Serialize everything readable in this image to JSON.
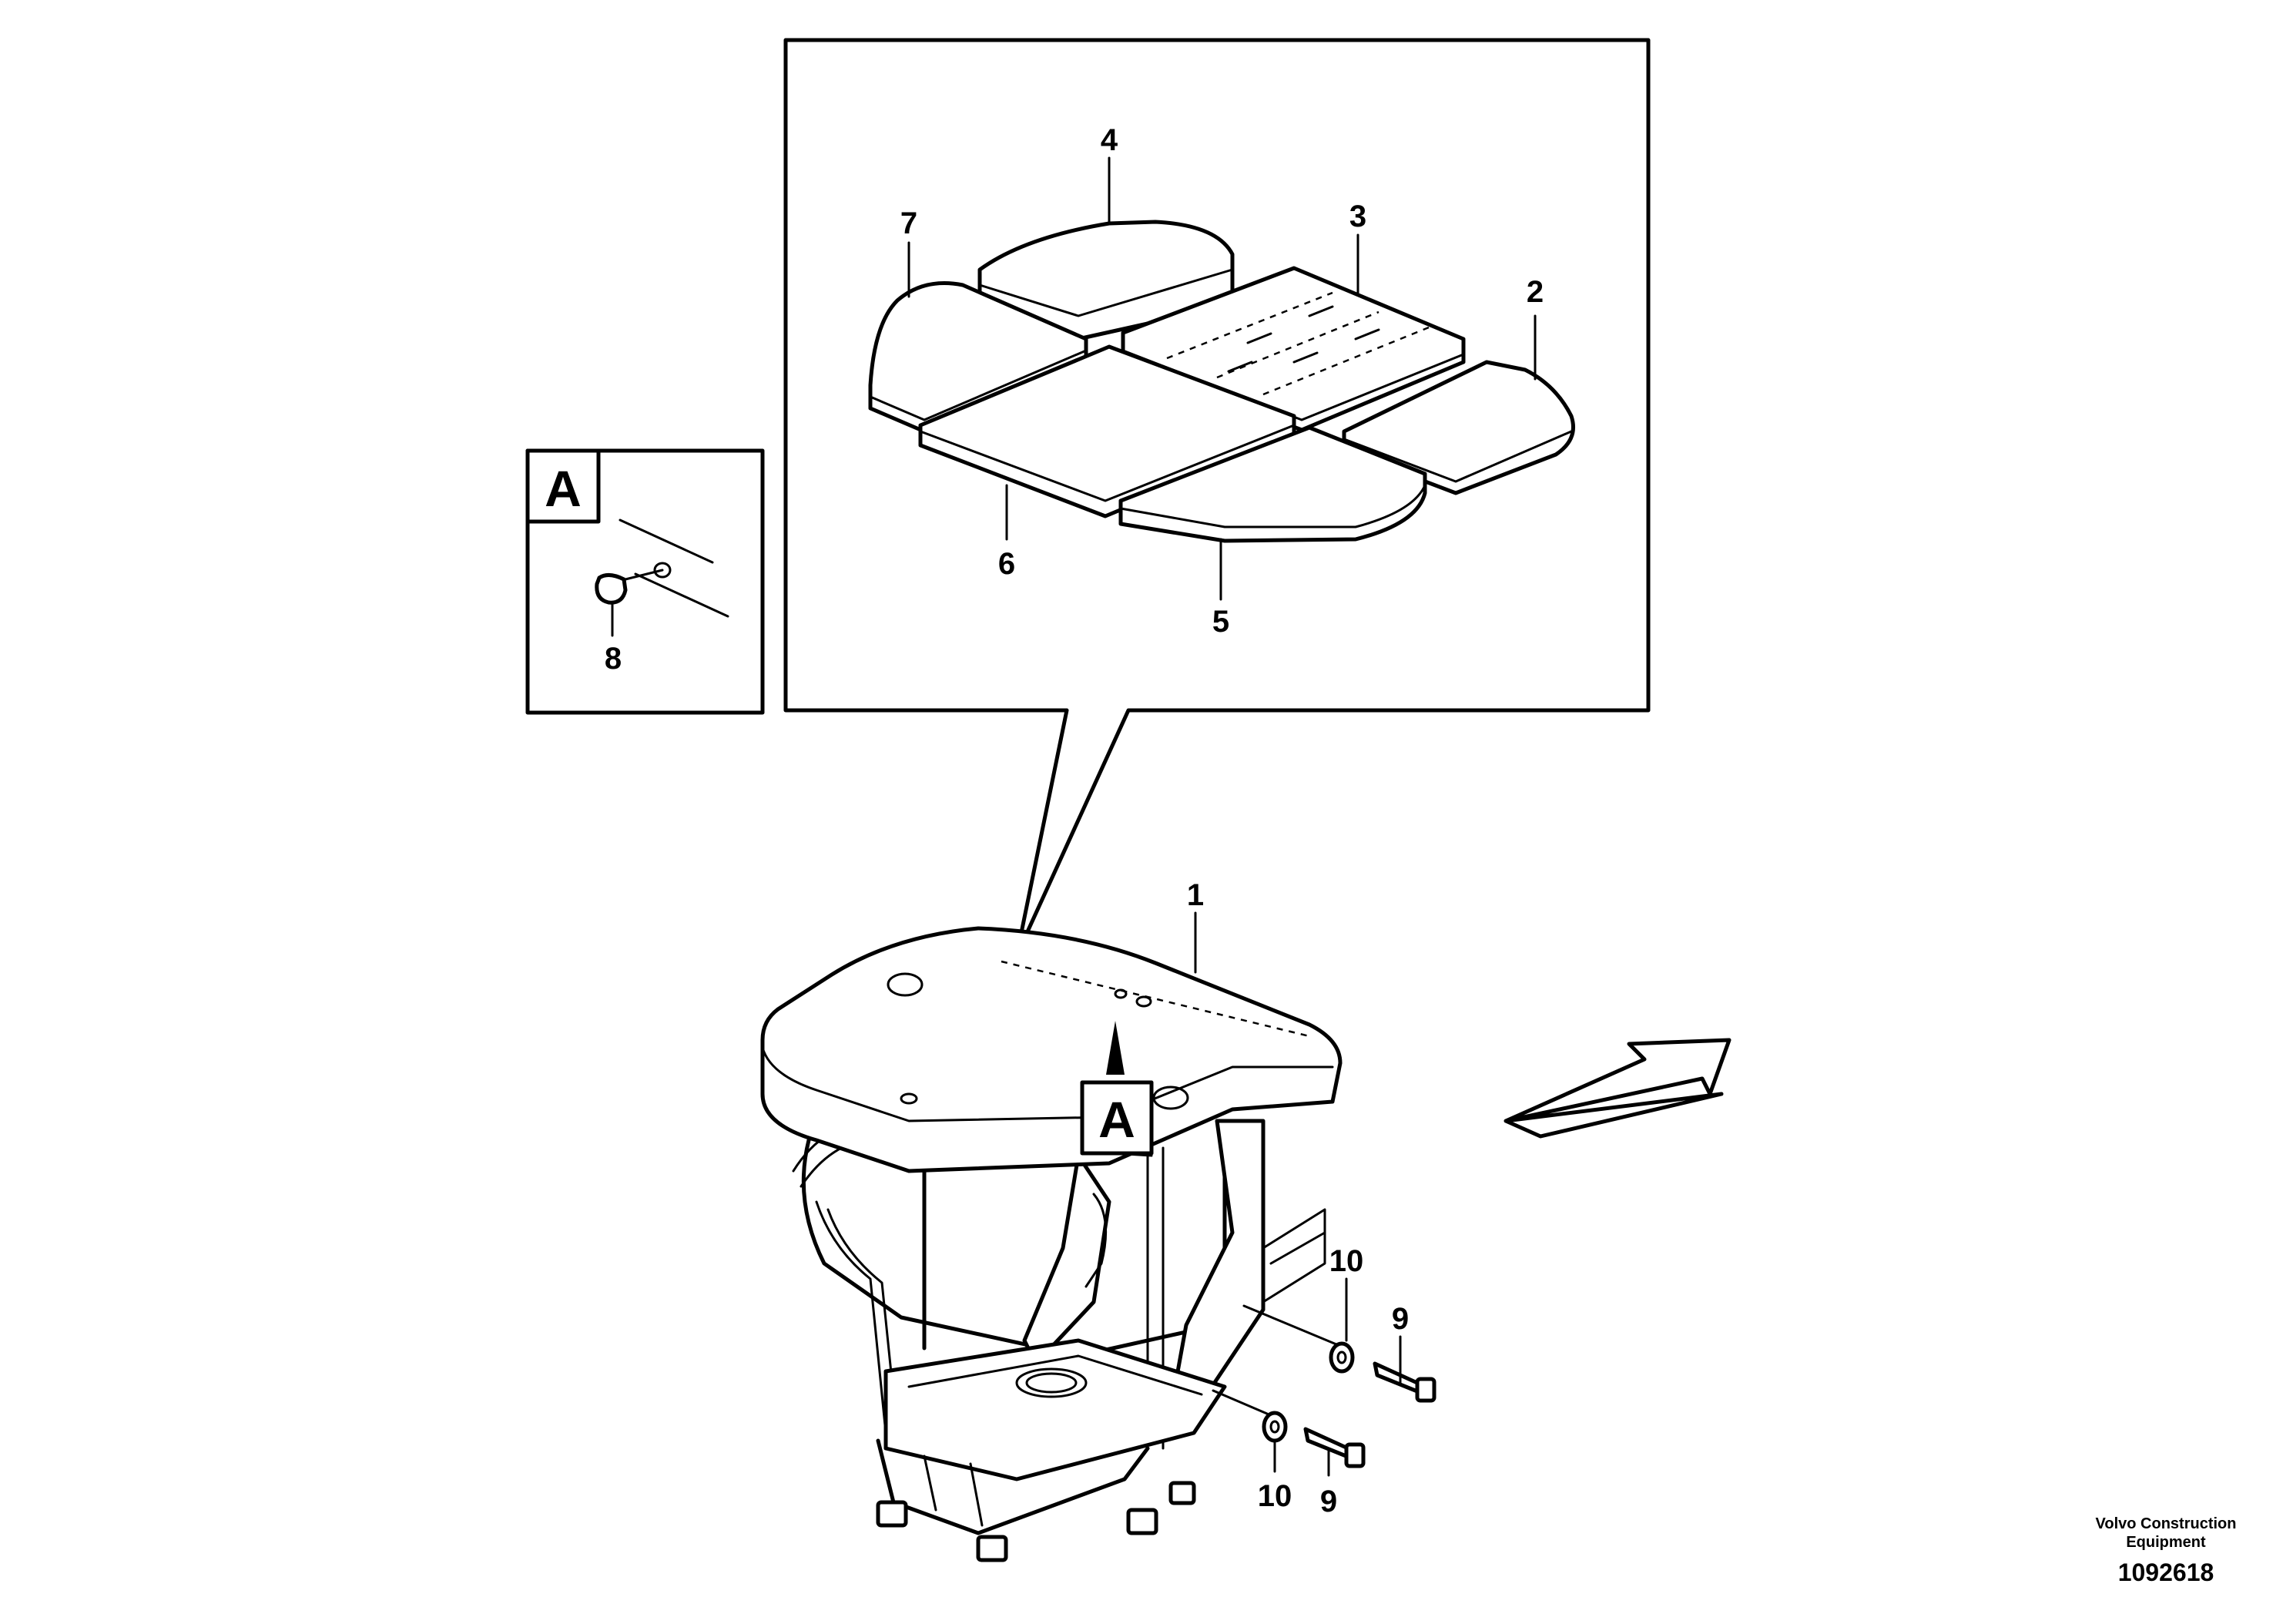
{
  "callouts": {
    "c1": "1",
    "c2": "2",
    "c3": "3",
    "c4": "4",
    "c5": "5",
    "c6": "6",
    "c7": "7",
    "c8": "8",
    "c9a": "9",
    "c9b": "9",
    "c10a": "10",
    "c10b": "10"
  },
  "views": {
    "detail_label": "A",
    "marker_label": "A"
  },
  "footer": {
    "brand_line1": "Volvo Construction",
    "brand_line2": "Equipment",
    "doc_number": "1092618"
  }
}
